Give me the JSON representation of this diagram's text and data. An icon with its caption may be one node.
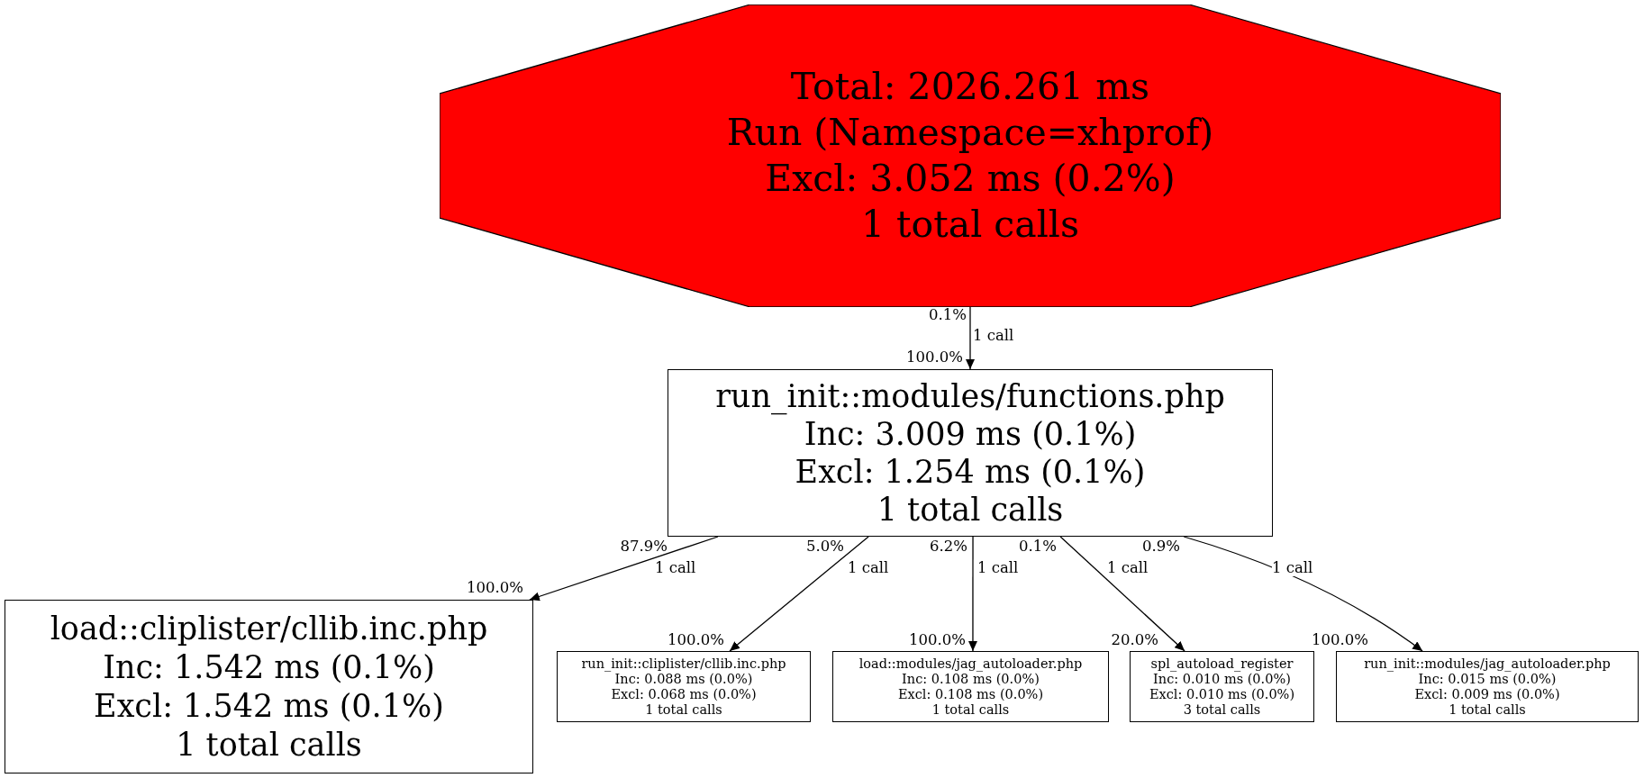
{
  "diagram": {
    "nodes": [
      {
        "text": [
          "Total: 2026.261 ms",
          "Run (Namespace=xhprof)",
          "Excl: 3.052 ms (0.2%)",
          "1 total calls"
        ]
      },
      {
        "text": [
          "run_init::modules/functions.php",
          "Inc: 3.009 ms (0.1%)",
          "Excl: 1.254 ms (0.1%)",
          "1 total calls"
        ]
      },
      {
        "text": [
          "load::cliplister/cllib.inc.php",
          "Inc: 1.542 ms (0.1%)",
          "Excl: 1.542 ms (0.1%)",
          "1 total calls"
        ]
      },
      {
        "text": [
          "run_init::cliplister/cllib.inc.php",
          "Inc: 0.088 ms (0.0%)",
          "Excl: 0.068 ms (0.0%)",
          "1 total calls"
        ]
      },
      {
        "text": [
          "load::modules/jag_autoloader.php",
          "Inc: 0.108 ms (0.0%)",
          "Excl: 0.108 ms (0.0%)",
          "1 total calls"
        ]
      },
      {
        "text": [
          "spl_autoload_register",
          "Inc: 0.010 ms (0.0%)",
          "Excl: 0.010 ms (0.0%)",
          "3 total calls"
        ]
      },
      {
        "text": [
          "run_init::modules/jag_autoloader.php",
          "Inc: 0.015 ms (0.0%)",
          "Excl: 0.009 ms (0.0%)",
          "1 total calls"
        ]
      }
    ],
    "edges": [
      {
        "from": 0,
        "to": 1,
        "arrow": "to",
        "label": "1 call"
      },
      {
        "from": 1,
        "to": 2,
        "arrow": "to",
        "label": "1 call"
      },
      {
        "from": 1,
        "to": 3,
        "arrow": "to",
        "label": "1 call"
      },
      {
        "from": 1,
        "to": 4,
        "arrow": "to",
        "label": "1 call"
      },
      {
        "from": 1,
        "to": 5,
        "arrow": "to",
        "label": "1 call"
      },
      {
        "from": 1,
        "to": 6,
        "arrow": "to",
        "label": "1 call"
      }
    ],
    "labels": [
      "0.1%",
      "100.0%",
      "87.9%",
      "5.0%",
      "6.2%",
      "0.1%",
      "0.9%",
      "100.0%",
      "100.0%",
      "100.0%",
      "20.0%",
      "100.0%"
    ]
  }
}
